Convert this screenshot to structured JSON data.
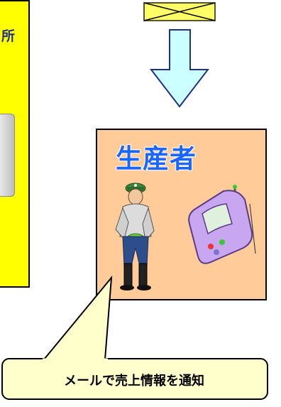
{
  "panel": {
    "partial_label": "所"
  },
  "producer": {
    "title": "生産者"
  },
  "callout": {
    "text": "メールで売上情報を通知"
  },
  "colors": {
    "panel_fill": "#ffff00",
    "producer_fill": "#ffcc99",
    "title_color": "#1a66ff",
    "arrow_fill": "#ccffff",
    "callout_fill": "#ffffcc"
  },
  "icons": [
    "crossed-box-icon",
    "down-arrow-icon",
    "farmer-icon",
    "mobile-phone-icon",
    "printer-icon"
  ]
}
